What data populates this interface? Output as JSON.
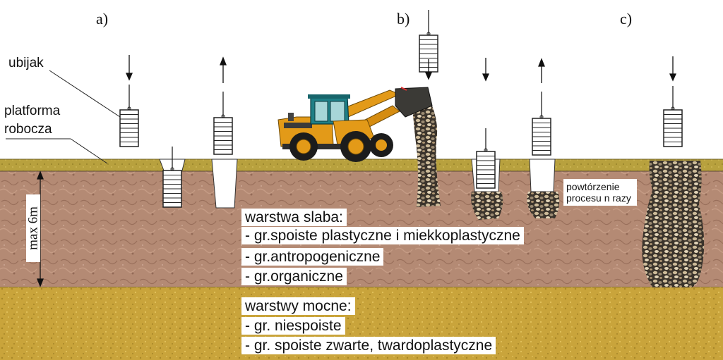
{
  "labels": {
    "a": "a)",
    "b": "b)",
    "c": "c)",
    "tamper": "ubijak",
    "platform_line1": "platforma",
    "platform_line2": "robocza",
    "depth": "max 6m",
    "repeat_note": "powtórzenie procesu n razy"
  },
  "weak_layer": {
    "title": "warstwa slaba:",
    "items": [
      "- gr.spoiste plastyczne i miekkoplastyczne",
      "- gr.antropogeniczne",
      "- gr.organiczne"
    ]
  },
  "strong_layer": {
    "title": "warstwy mocne:",
    "items": [
      "- gr. niespoiste",
      "- gr. spoiste zwarte, twardoplastyczne"
    ]
  },
  "colors": {
    "sky": "#ffffff",
    "platform": "#b8a13e",
    "weak_soil": "#b48a74",
    "strong_soil": "#c9a43b",
    "gravel": "#8a7f6e",
    "loader_body": "#e39a18",
    "loader_cab": "#1f7f86"
  },
  "icons": {
    "tamper": "tamper-weight-icon",
    "loader": "wheel-loader-icon",
    "arrow_down": "arrow-down-icon",
    "arrow_up": "arrow-up-icon"
  }
}
